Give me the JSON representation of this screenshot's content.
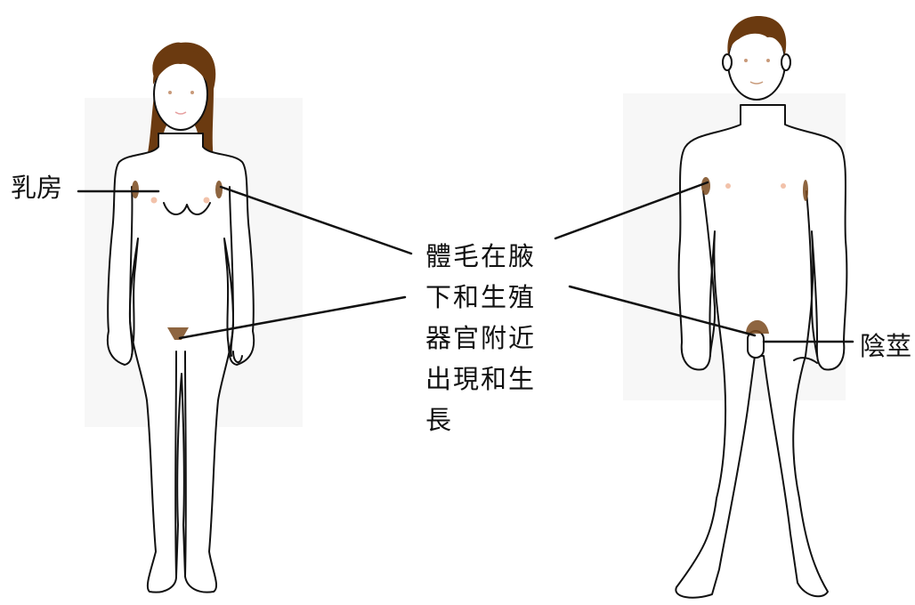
{
  "labels": {
    "breast": "乳房",
    "penis": "陰莖",
    "body_hair_lines": [
      "體毛在腋",
      "下和生殖",
      "器官附近",
      "出現和生",
      "長"
    ]
  },
  "figures": {
    "female": {
      "hair_color": "#6b3a10"
    },
    "male": {
      "hair_color": "#6b3a10"
    }
  },
  "colors": {
    "outline": "#111111",
    "body_hair": "#7a4a1e",
    "nipple": "#f2c2aa",
    "face_features": "#c89a7a"
  }
}
